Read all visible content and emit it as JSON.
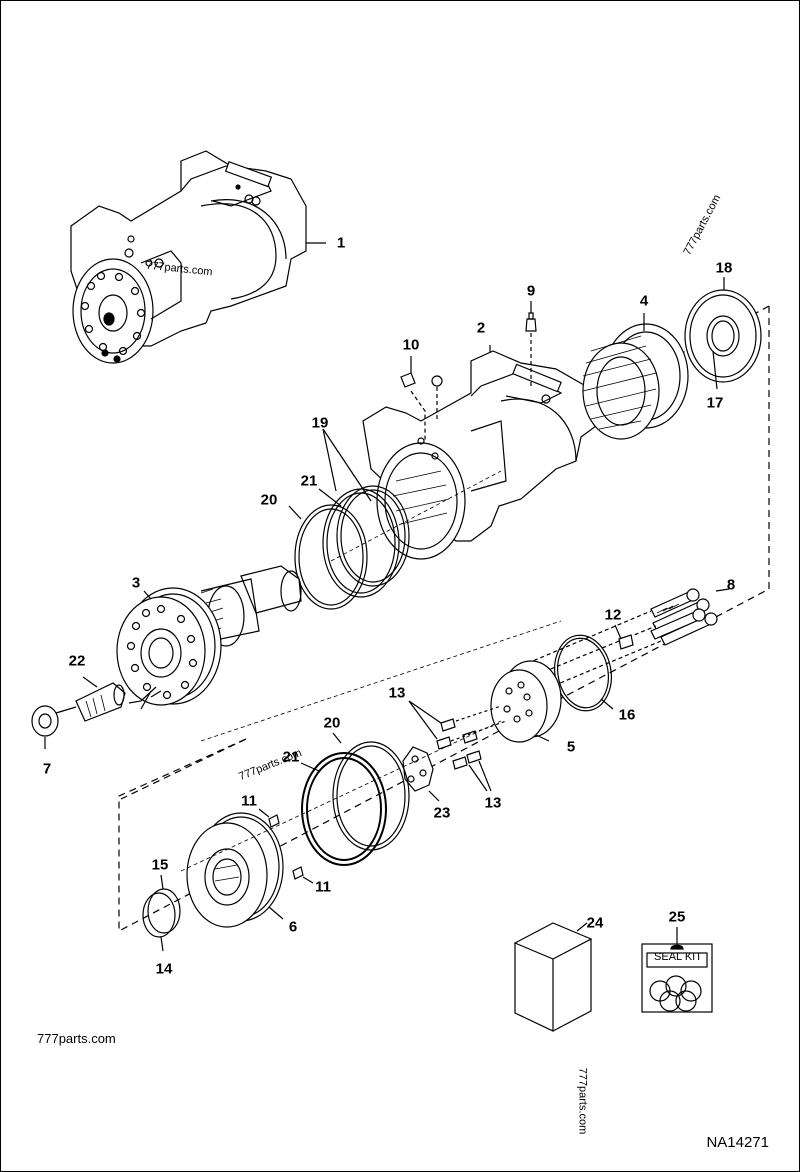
{
  "callouts": {
    "c1": "1",
    "c2": "2",
    "c3": "3",
    "c4": "4",
    "c5": "5",
    "c6": "6",
    "c7": "7",
    "c8": "8",
    "c9": "9",
    "c10": "10",
    "c11a": "11",
    "c11b": "11",
    "c12": "12",
    "c13a": "13",
    "c13b": "13",
    "c14": "14",
    "c15": "15",
    "c16": "16",
    "c17": "17",
    "c18": "18",
    "c19": "19",
    "c20a": "20",
    "c20b": "20",
    "c21a": "21",
    "c21b": "21",
    "c22": "22",
    "c23": "23",
    "c24": "24",
    "c25": "25"
  },
  "watermarks": {
    "w1": "777parts.com",
    "w2": "777parts.com",
    "w3": "777parts.com",
    "w4": "777parts.com",
    "w5": "777parts.com"
  },
  "seal_kit_label": "SEAL KIT",
  "drawing_number": "NA14271"
}
